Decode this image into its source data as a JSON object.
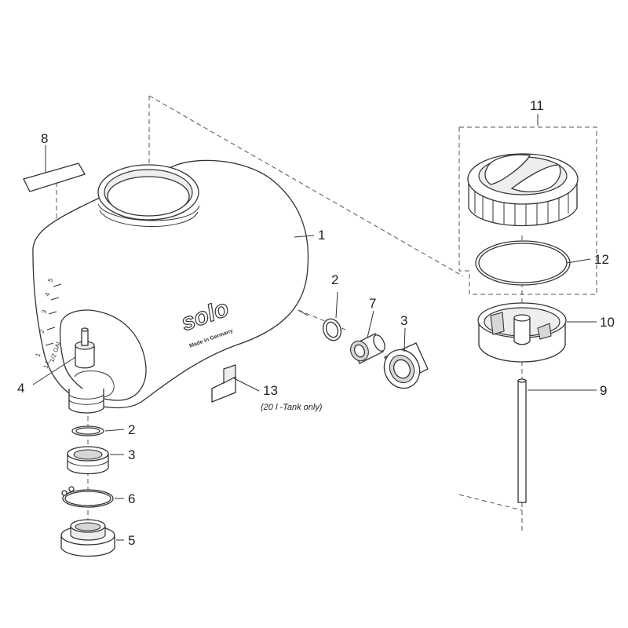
{
  "callouts": {
    "c1": "1",
    "c2a": "2",
    "c2b": "2",
    "c3a": "3",
    "c3b": "3",
    "c4": "4",
    "c5": "5",
    "c6": "6",
    "c7": "7",
    "c8": "8",
    "c9": "9",
    "c10": "10",
    "c11": "11",
    "c12": "12",
    "c13": "13"
  },
  "note_13": "(20 l -Tank only)",
  "tank_marking": {
    "logo": "solo",
    "made_in": "Made in Germany",
    "scale": [
      "1",
      "2",
      "3",
      "4",
      "5",
      "1/2 GAL",
      "1 L"
    ]
  },
  "colors": {
    "line": "#333333",
    "fill": "#ffffff",
    "shade": "#d6d6d6"
  }
}
